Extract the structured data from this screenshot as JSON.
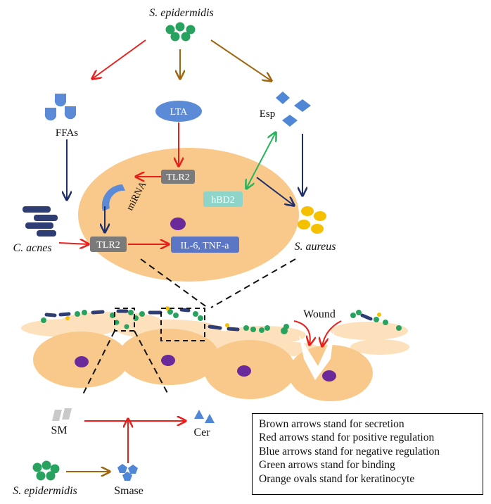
{
  "labels": {
    "s_epidermidis_top": "S. epidermidis",
    "ffas": "FFAs",
    "lta": "LTA",
    "esp": "Esp",
    "tlr2_upper": "TLR2",
    "tlr2_lower": "TLR2",
    "mirna": "miRNA",
    "hbd2": "hBD2",
    "il6_tnfa": "IL-6, TNF-a",
    "c_acnes": "C. acnes",
    "s_aureus": "S. aureus",
    "wound": "Wound",
    "sm": "SM",
    "cer": "Cer",
    "smase": "Smase",
    "s_epidermidis_bottom": "S. epidermidis"
  },
  "legend": [
    "Brown arrows stand for secretion",
    "Red arrows stand for positive regulation",
    "Blue arrows stand for negative regulation",
    "Green arrows stand for binding",
    "Orange ovals stand for keratinocyte"
  ],
  "colors": {
    "brown_arrow": "#a0650f",
    "red_arrow": "#e8201c",
    "blue_arrow": "#1f2f6b",
    "green_arrow": "#28b45a",
    "keratinocyte": "#f9c98b",
    "nucleus": "#6b2a9a",
    "bacteria_green": "#27a35f",
    "s_aureus_yellow": "#f5c000",
    "tlr2_box": "#7a7a7a",
    "cytokine_box": "#5b76c5",
    "hbd2_box": "#8fd4c8",
    "esp_blue": "#4f86d6"
  }
}
